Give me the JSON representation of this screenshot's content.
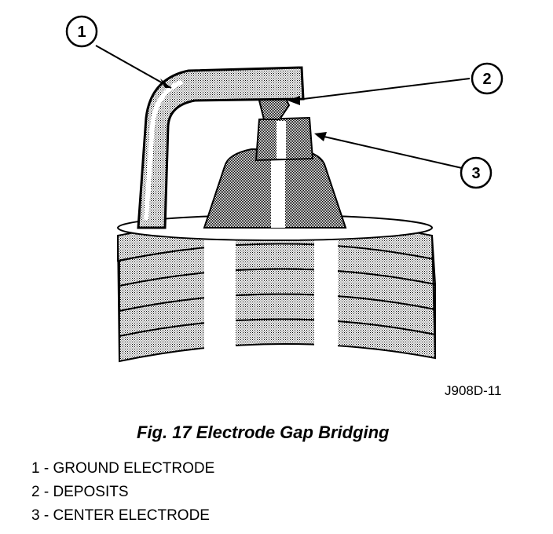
{
  "figure": {
    "callouts": [
      "1",
      "2",
      "3"
    ],
    "code": "J908D-11",
    "caption": "Fig. 17 Electrode Gap Bridging"
  },
  "legend": [
    "1 - GROUND ELECTRODE",
    "2 - DEPOSITS",
    "3 - CENTER ELECTRODE"
  ]
}
